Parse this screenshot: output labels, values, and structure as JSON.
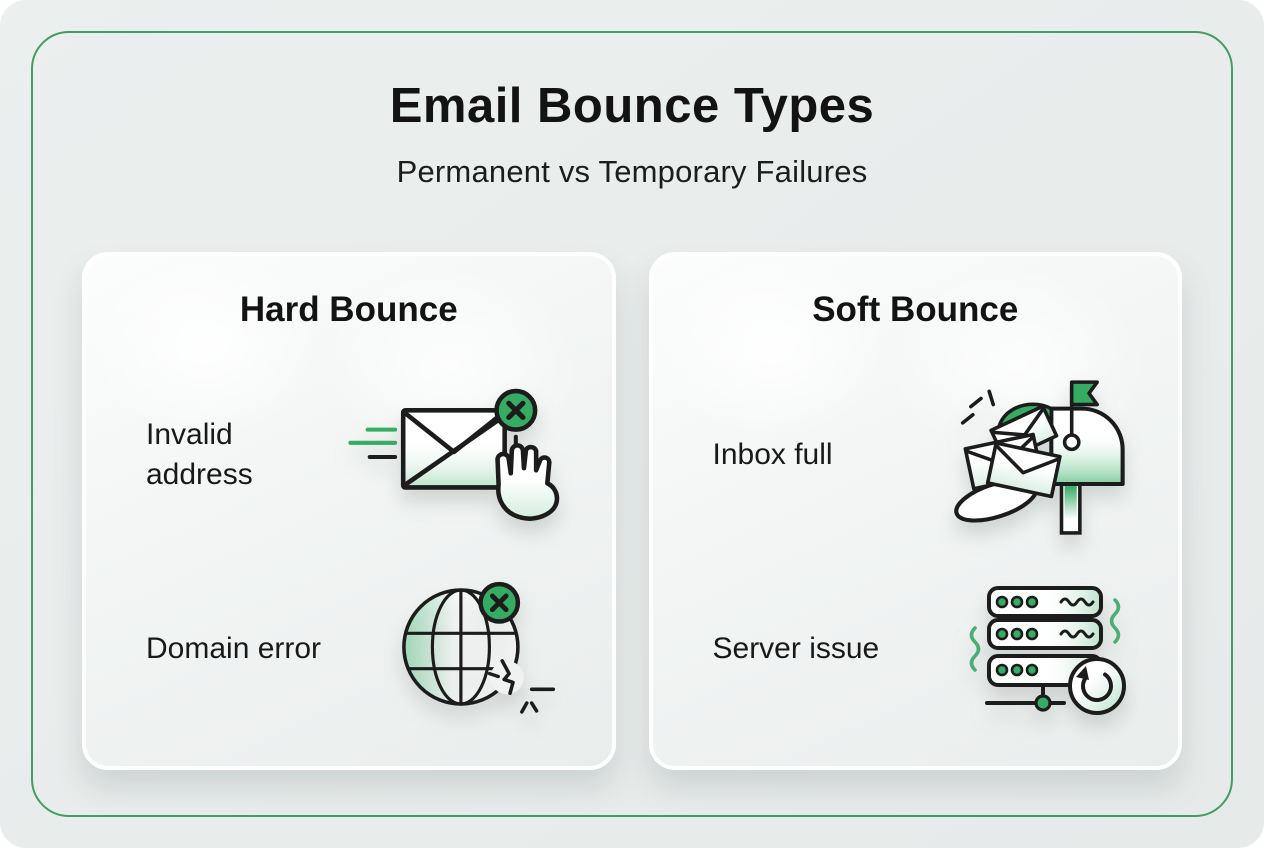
{
  "page": {
    "title": "Email Bounce Types",
    "subtitle": "Permanent vs Temporary Failures"
  },
  "theme": {
    "accent_green": "#35ab63",
    "frame_border_green": "#3f9e63",
    "outline_black": "#1c1c1c",
    "page_background": "#e9edec",
    "card_background": "#f2f5f4"
  },
  "cards": [
    {
      "title": "Hard Bounce",
      "items": [
        {
          "label": "Invalid address",
          "icon": "envelope-blocked-icon"
        },
        {
          "label": "Domain error",
          "icon": "globe-broken-icon"
        }
      ]
    },
    {
      "title": "Soft Bounce",
      "items": [
        {
          "label": "Inbox full",
          "icon": "mailbox-overflow-icon"
        },
        {
          "label": "Server issue",
          "icon": "server-retry-icon"
        }
      ]
    }
  ]
}
